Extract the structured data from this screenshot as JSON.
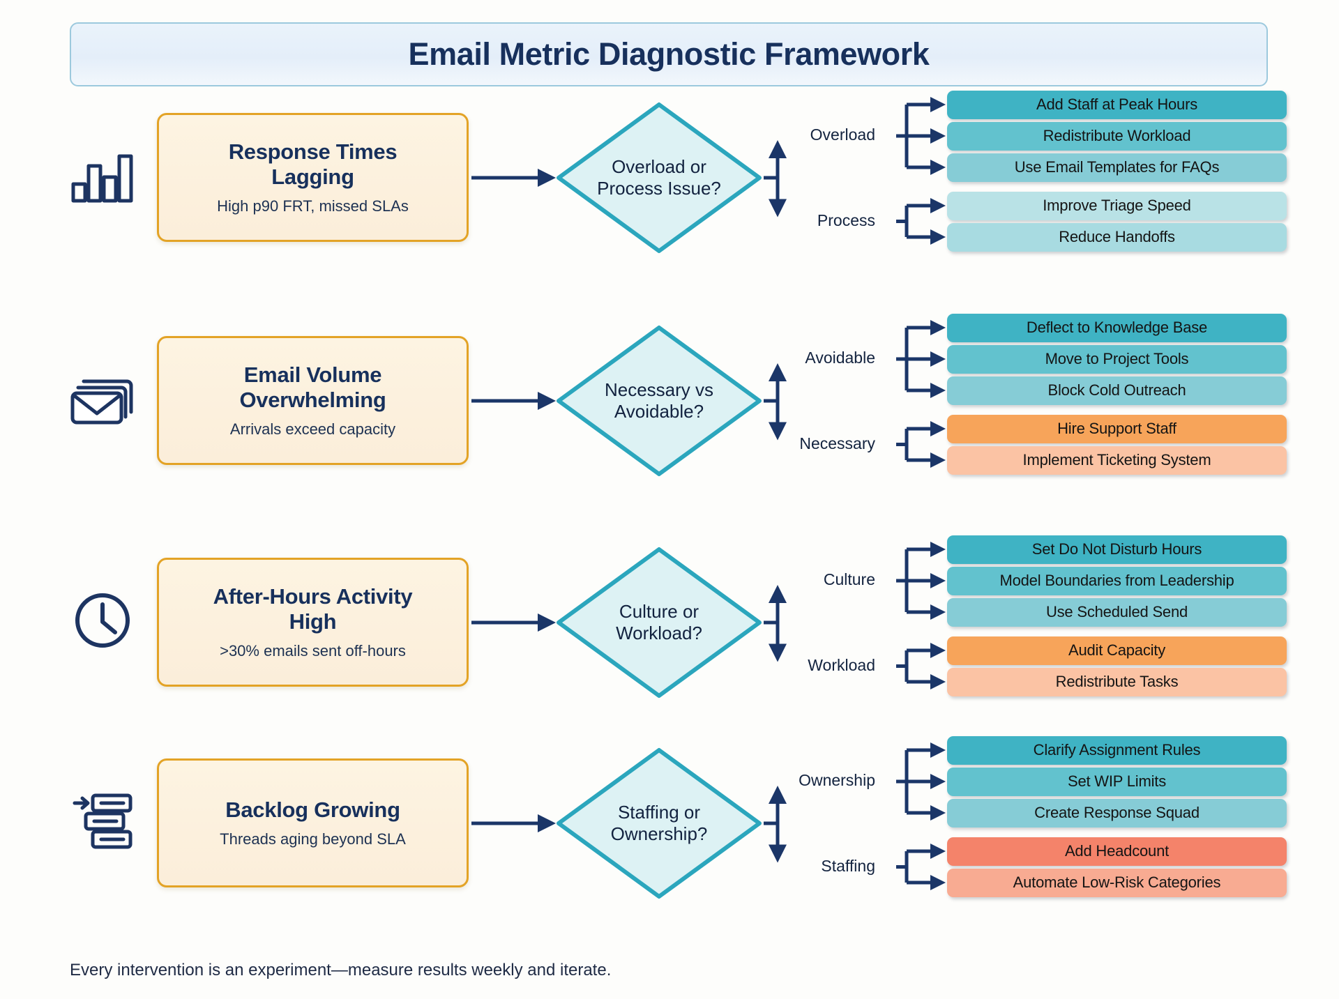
{
  "header": {
    "title": "Email Metric Diagnostic Framework"
  },
  "footer": {
    "note": "Every intervention is an experiment—measure results weekly and iterate."
  },
  "colors": {
    "title_text": "#17305c",
    "banner_bg": "#e8f1fa",
    "banner_border": "#9cc9dd",
    "card_bg": "#fcf1de",
    "card_border": "#e3a326",
    "diamond_fill": "#ddf2f4",
    "diamond_stroke": "#2ba6bd",
    "arrow": "#1b3668",
    "teal_1": "#3fb3c4",
    "teal_2": "#62c2ce",
    "teal_3": "#86ccd6",
    "teal_4": "#a8dbe1",
    "teal_5": "#b9e2e6",
    "orange_1": "#f7a45a",
    "orange_2": "#fbc3a4",
    "coral_1": "#f4836a",
    "coral_2": "#f8ab92",
    "icon": "#1d3461"
  },
  "rows": [
    {
      "icon": "bar-chart-icon",
      "problem": {
        "title": "Response Times Lagging",
        "subtitle": "High p90 FRT, missed SLAs"
      },
      "decision": "Overload or Process Issue?",
      "branches": [
        {
          "label": "Overload",
          "actions": [
            {
              "text": "Add Staff at Peak Hours",
              "color": "#3fb3c4"
            },
            {
              "text": "Redistribute Workload",
              "color": "#62c2ce"
            },
            {
              "text": "Use Email Templates for FAQs",
              "color": "#86ccd6"
            }
          ]
        },
        {
          "label": "Process",
          "actions": [
            {
              "text": "Improve Triage Speed",
              "color": "#b9e2e6"
            },
            {
              "text": "Reduce Handoffs",
              "color": "#a8dbe1"
            }
          ]
        }
      ]
    },
    {
      "icon": "stacked-envelopes-icon",
      "problem": {
        "title": "Email Volume Overwhelming",
        "subtitle": "Arrivals exceed capacity"
      },
      "decision": "Necessary vs Avoidable?",
      "branches": [
        {
          "label": "Avoidable",
          "actions": [
            {
              "text": "Deflect to Knowledge Base",
              "color": "#3fb3c4"
            },
            {
              "text": "Move to Project Tools",
              "color": "#62c2ce"
            },
            {
              "text": "Block Cold Outreach",
              "color": "#86ccd6"
            }
          ]
        },
        {
          "label": "Necessary",
          "actions": [
            {
              "text": "Hire Support Staff",
              "color": "#f7a45a"
            },
            {
              "text": "Implement Ticketing System",
              "color": "#fbc3a4"
            }
          ]
        }
      ]
    },
    {
      "icon": "clock-icon",
      "problem": {
        "title": "After-Hours Activity High",
        "subtitle": ">30% emails sent off-hours"
      },
      "decision": "Culture or Workload?",
      "branches": [
        {
          "label": "Culture",
          "actions": [
            {
              "text": "Set Do Not Disturb Hours",
              "color": "#3fb3c4"
            },
            {
              "text": "Model Boundaries from Leadership",
              "color": "#62c2ce"
            },
            {
              "text": "Use Scheduled Send",
              "color": "#86ccd6"
            }
          ]
        },
        {
          "label": "Workload",
          "actions": [
            {
              "text": "Audit Capacity",
              "color": "#f7a45a"
            },
            {
              "text": "Redistribute Tasks",
              "color": "#fbc3a4"
            }
          ]
        }
      ]
    },
    {
      "icon": "backlog-queue-icon",
      "problem": {
        "title": "Backlog Growing",
        "subtitle": "Threads aging beyond SLA"
      },
      "decision": "Staffing or Ownership?",
      "branches": [
        {
          "label": "Ownership",
          "actions": [
            {
              "text": "Clarify Assignment Rules",
              "color": "#3fb3c4"
            },
            {
              "text": "Set WIP Limits",
              "color": "#62c2ce"
            },
            {
              "text": "Create Response Squad",
              "color": "#86ccd6"
            }
          ]
        },
        {
          "label": "Staffing",
          "actions": [
            {
              "text": "Add Headcount",
              "color": "#f4836a"
            },
            {
              "text": "Automate Low-Risk Categories",
              "color": "#f8ab92"
            }
          ]
        }
      ]
    }
  ]
}
